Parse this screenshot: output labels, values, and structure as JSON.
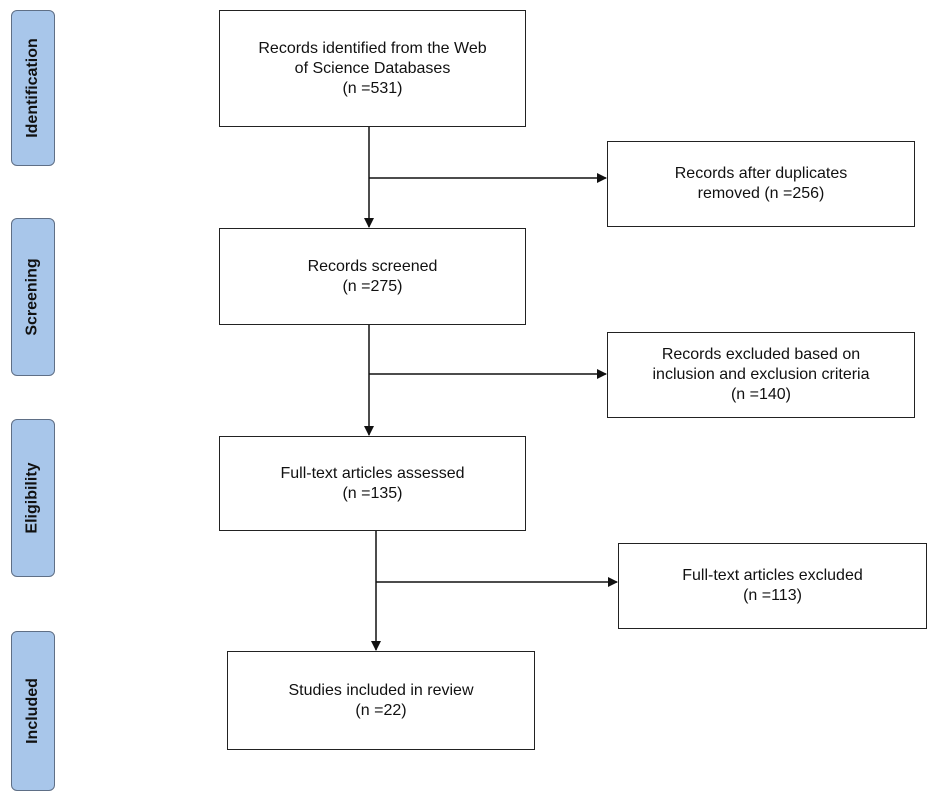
{
  "stages": {
    "identification": "Identification",
    "screening": "Screening",
    "eligibility": "Eligibility",
    "included": "Included"
  },
  "boxes": {
    "identified": {
      "line1": "Records identified from the Web",
      "line2": "of Science Databases",
      "count": "(n =531)"
    },
    "duplicates": {
      "line1": "Records after duplicates",
      "line2": "removed (n =256)"
    },
    "screened": {
      "line1": "Records screened",
      "count": "(n =275)"
    },
    "excluded_criteria": {
      "line1": "Records excluded based on",
      "line2": "inclusion and exclusion criteria",
      "count": "(n =140)"
    },
    "fulltext_assessed": {
      "line1": "Full-text articles assessed",
      "count": "(n =135)"
    },
    "fulltext_excluded": {
      "line1": "Full-text articles excluded",
      "count": "(n =113)"
    },
    "included": {
      "line1": "Studies included in review",
      "count": "(n =22)"
    }
  }
}
